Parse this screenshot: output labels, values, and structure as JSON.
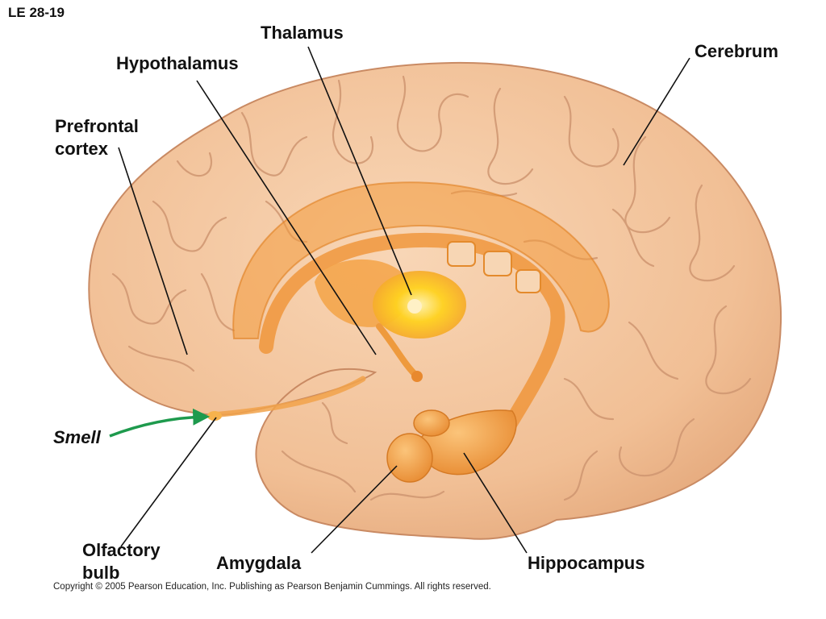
{
  "figure_id": "LE 28-19",
  "labels": {
    "thalamus": "Thalamus",
    "hypothalamus": "Hypothalamus",
    "cerebrum": "Cerebrum",
    "prefrontal_line1": "Prefrontal",
    "prefrontal_line2": "cortex",
    "smell": "Smell",
    "olfactory_line1": "Olfactory",
    "olfactory_line2": "bulb",
    "amygdala": "Amygdala",
    "hippocampus": "Hippocampus"
  },
  "copyright": "Copyright © 2005 Pearson Education, Inc. Publishing as Pearson Benjamin Cummings. All rights reserved.",
  "colors": {
    "brain_fill": "#f4c29a",
    "brain_stroke": "#c98a63",
    "limbic": "#f29a3c",
    "thalamus_core": "#ffd21f",
    "leader_line": "#111111",
    "smell_arrow": "#1e9a4d"
  }
}
